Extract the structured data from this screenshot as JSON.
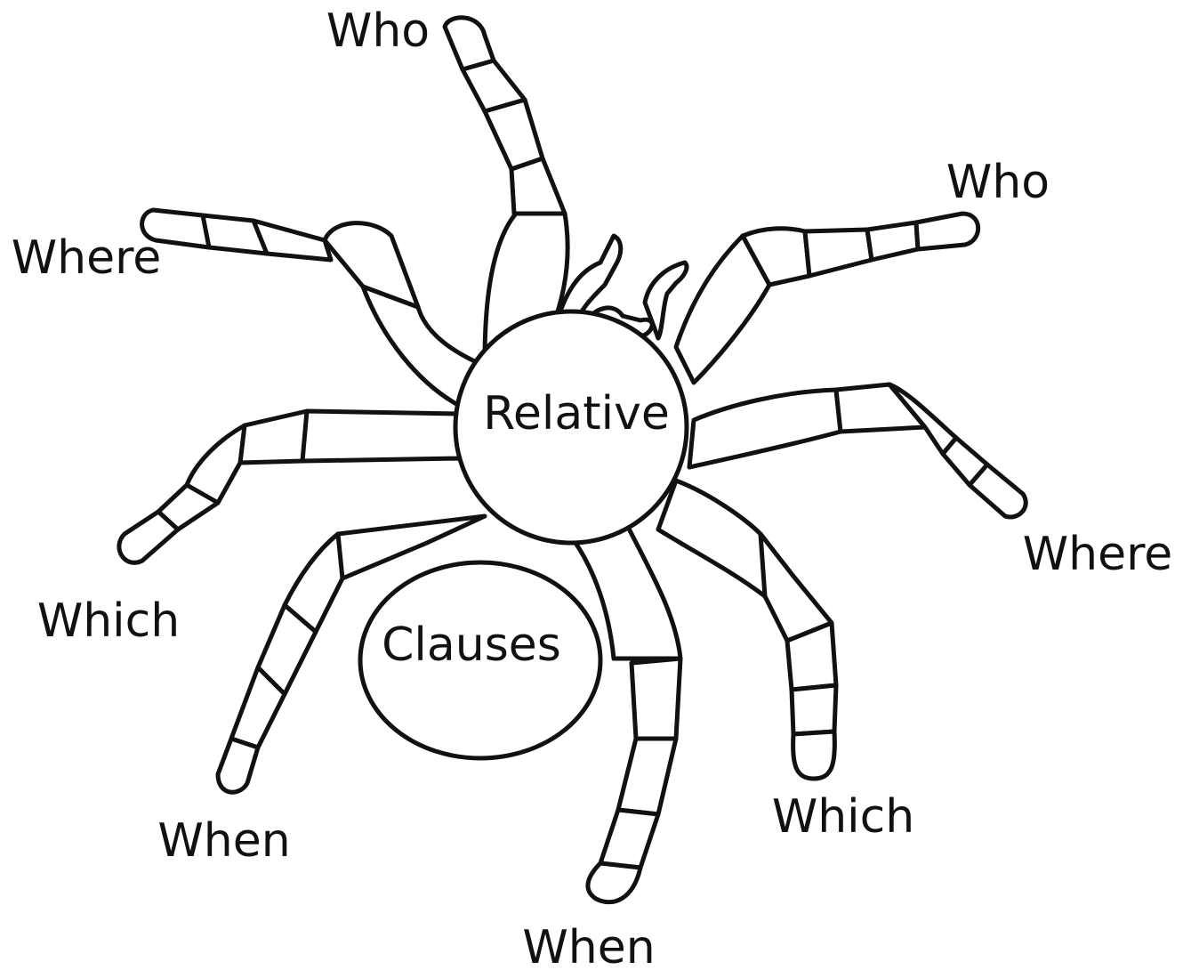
{
  "diagram": {
    "head_label": "Relative",
    "abdomen_label": "Clauses",
    "legs": [
      {
        "id": "upper-left-who",
        "word": "Who"
      },
      {
        "id": "upper-right-who",
        "word": "Who"
      },
      {
        "id": "left-where",
        "word": "Where"
      },
      {
        "id": "right-where",
        "word": "Where"
      },
      {
        "id": "left-which",
        "word": "Which"
      },
      {
        "id": "right-which",
        "word": "Which"
      },
      {
        "id": "lower-left-when",
        "word": "When"
      },
      {
        "id": "lower-mid-when",
        "word": "When"
      }
    ]
  },
  "colors": {
    "stroke": "#111111",
    "fill": "#ffffff",
    "background": "#ffffff"
  }
}
